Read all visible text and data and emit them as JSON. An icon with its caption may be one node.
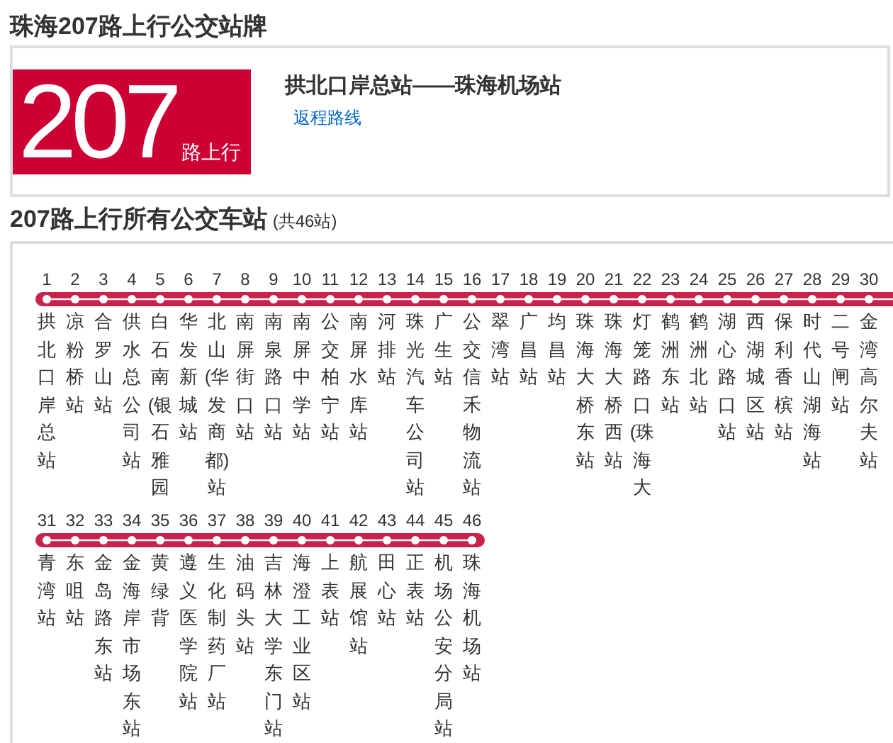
{
  "diagram": {
    "title": "珠海207路上行公交站牌",
    "nodes": [
      {
        "text": [
          "拱北口岸总站——珠海机场站",
          "返程路线"
        ]
      },
      {
        "text": [
          "207",
          "路上行"
        ],
        "in": 0
      },
      {
        "text": [
          "207路上行所有公交车站",
          "(共46站)"
        ]
      }
    ],
    "labels": [
      "1",
      "2",
      "3",
      "4",
      "5",
      "6",
      "7",
      "8",
      "9",
      "10",
      "11",
      "12",
      "13",
      "14",
      "15",
      "16",
      "17",
      "18",
      "19",
      "20",
      "21",
      "22",
      "23",
      "24",
      "25",
      "26",
      "27",
      "28",
      "29",
      "30",
      "拱北口岸总站",
      "凉粉桥站",
      "合罗山站",
      "供水总公司站",
      "白石南(银石雅园",
      "华发新城站",
      "北山(华发商都)站",
      "南屏街口站",
      "南泉路口站",
      "南屏中学站",
      "公交柏宁站",
      "南屏水库站",
      "河排站",
      "珠光汽车公司站",
      "广生站",
      "公交信禾物流站",
      "翠湾站",
      "广昌站",
      "均昌站",
      "珠海大桥东站",
      "珠海大桥西站",
      "灯笼路口(珠海大",
      "鹤洲东站",
      "鹤洲北站",
      "湖心路口站",
      "西湖城区站",
      "保利香槟站",
      "时代山湖海站",
      "二号闸站",
      "金湾高尔夫站",
      "31",
      "32",
      "33",
      "34",
      "35",
      "36",
      "37",
      "38",
      "39",
      "40",
      "41",
      "42",
      "43",
      "44",
      "45",
      "46",
      "青湾站",
      "东咀站",
      "金岛路东站",
      "金海岸市场东站",
      "黄绿背",
      "遵义医学院站",
      "生化制药厂站",
      "油码头站",
      "吉林大学东门站",
      "海澄工业区站",
      "上表站",
      "航展馆站",
      "田心站",
      "正表站",
      "机场公安分局站",
      "珠海机场站"
    ]
  }
}
